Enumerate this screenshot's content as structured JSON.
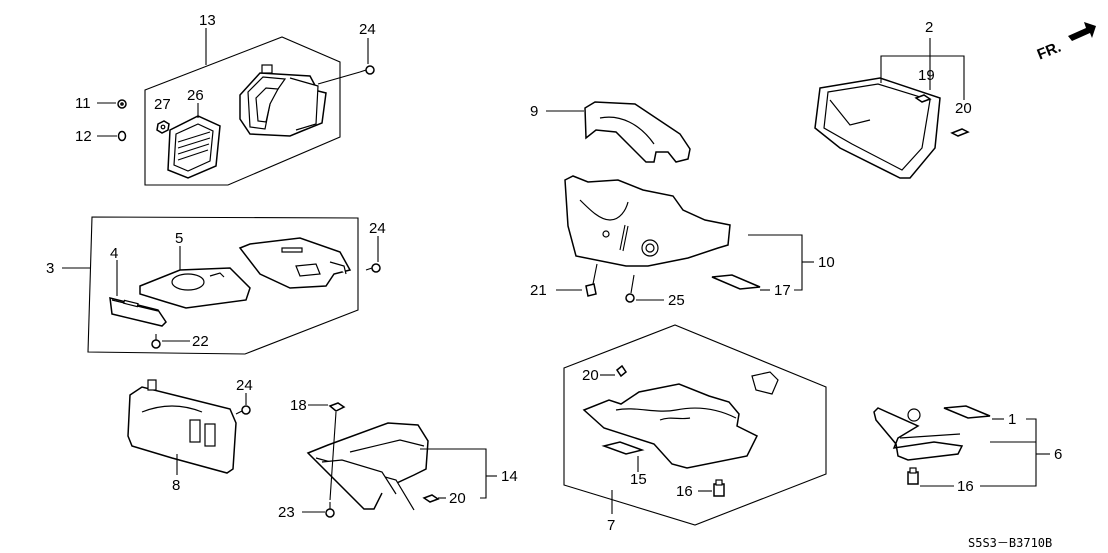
{
  "diagram": {
    "code": "S5S3－B3710B",
    "direction_marker": "FR.",
    "labels": {
      "p1": "1",
      "p2": "2",
      "p3": "3",
      "p4": "4",
      "p5": "5",
      "p6": "6",
      "p7": "7",
      "p8": "8",
      "p9": "9",
      "p10": "10",
      "p11": "11",
      "p12": "12",
      "p13": "13",
      "p14": "14",
      "p15": "15",
      "p16a": "16",
      "p16b": "16",
      "p17": "17",
      "p18": "18",
      "p19": "19",
      "p20a": "20",
      "p20b": "20",
      "p20c": "20",
      "p21": "21",
      "p22": "22",
      "p23": "23",
      "p24a": "24",
      "p24b": "24",
      "p24c": "24",
      "p25": "25",
      "p26": "26",
      "p27": "27"
    }
  }
}
